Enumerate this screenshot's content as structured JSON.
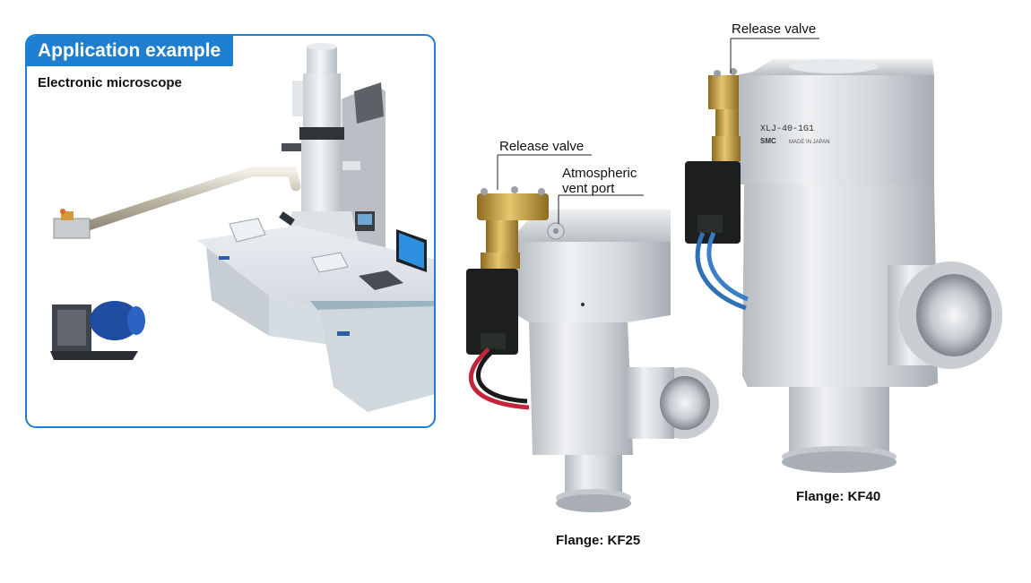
{
  "application": {
    "header": "Application example",
    "subtitle": "Electronic microscope"
  },
  "valve_kf25": {
    "release_label": "Release valve",
    "vent_label_line1": "Atmospheric",
    "vent_label_line2": "vent port",
    "caption": "Flange: KF25"
  },
  "valve_kf40": {
    "release_label": "Release valve",
    "model_marking": "XLJ-40-1G1",
    "brand_marking": "SMC",
    "origin_marking": "MADE IN JAPAN",
    "caption": "Flange: KF40"
  },
  "colors": {
    "accent_blue": "#1e7ed0",
    "aluminum": "#cfd3d7",
    "brass": "#c9a64a",
    "coil_black": "#1c1f1d"
  }
}
